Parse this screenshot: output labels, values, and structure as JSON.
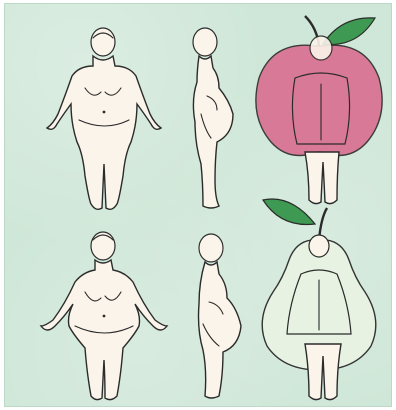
{
  "colors": {
    "background": "#cfe7d8",
    "skin": "#fbf4ea",
    "outline": "#2b2b2b",
    "apple": "#d96f90",
    "pear": "#e9f3e4",
    "leaf": "#3e9a52"
  },
  "figures": [
    {
      "name": "apple-front",
      "shape": "apple",
      "view": "front"
    },
    {
      "name": "apple-side",
      "shape": "apple",
      "view": "side"
    },
    {
      "name": "apple-back",
      "shape": "apple",
      "view": "back",
      "overlay": "apple-icon"
    },
    {
      "name": "pear-front",
      "shape": "pear",
      "view": "front"
    },
    {
      "name": "pear-side",
      "shape": "pear",
      "view": "side"
    },
    {
      "name": "pear-back",
      "shape": "pear",
      "view": "back",
      "overlay": "pear-icon"
    }
  ]
}
